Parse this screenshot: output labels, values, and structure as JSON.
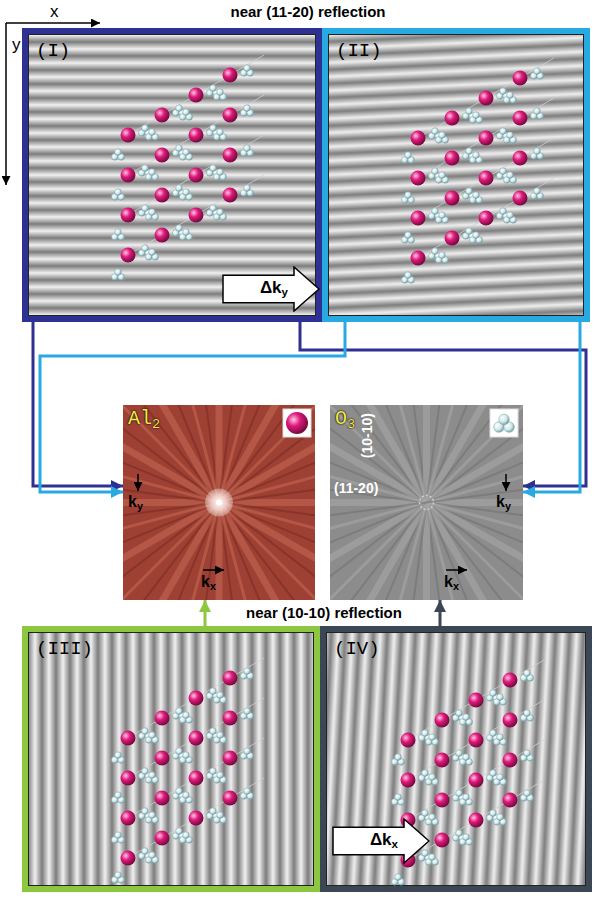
{
  "diagram": {
    "nodes": [
      {
        "text": [
          "(I)"
        ]
      },
      {
        "text": [
          "(II)"
        ]
      },
      {
        "text": [
          "Δky"
        ]
      },
      {
        "text": [
          "Al2"
        ]
      },
      {
        "text": [
          "O3",
          "(10-10)",
          "(11-20)"
        ]
      },
      {
        "text": [
          "(III)"
        ]
      },
      {
        "text": [
          "(IV)"
        ]
      },
      {
        "text": [
          "Δkx"
        ],
        "in": 6
      }
    ],
    "edges": [
      {
        "from": 0,
        "to": 3,
        "arrow": "to"
      },
      {
        "from": 0,
        "to": 4,
        "arrow": "to"
      },
      {
        "from": 1,
        "to": 3,
        "arrow": "to"
      },
      {
        "from": 1,
        "to": 4,
        "arrow": "to"
      },
      {
        "from": 5,
        "to": 3,
        "arrow": "to"
      },
      {
        "from": 6,
        "to": 4,
        "arrow": "to"
      }
    ],
    "labels": [
      "x",
      "y",
      "near (11-20) reflection",
      "ky",
      "kx",
      "ky",
      "kx",
      "near (10-10) reflection"
    ]
  }
}
